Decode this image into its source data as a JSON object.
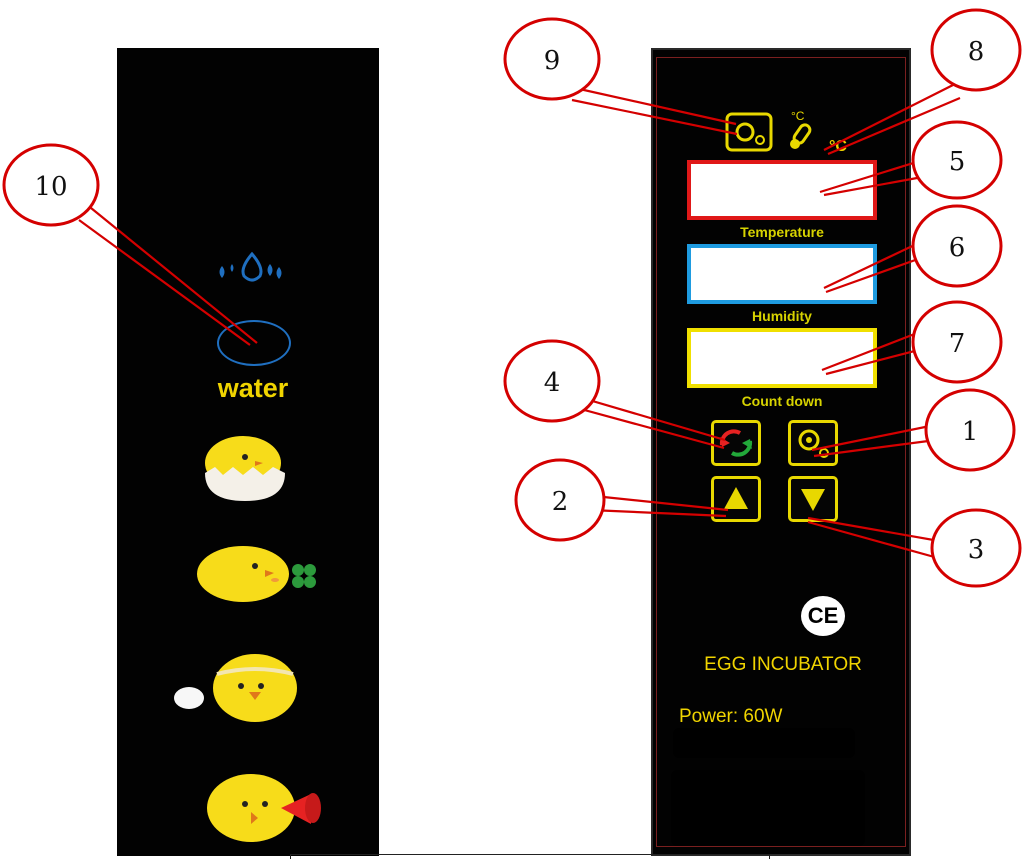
{
  "left_panel": {
    "water_label": "water",
    "water_drop_icon": "water-drops-icon",
    "water_button_icon": "ring-button-icon",
    "chick_icons": [
      "chick-hatching-icon",
      "chick-clover-icon",
      "chick-egg-icon",
      "chick-horn-icon"
    ]
  },
  "right_panel": {
    "top_icons": [
      "settings-gear-icon",
      "thermometer-icon"
    ],
    "temp_unit": "°C",
    "temp_symbol": "℃",
    "displays": {
      "temperature": "Temperature",
      "humidity": "Humidity",
      "countdown": "Count down"
    },
    "buttons": [
      "reset-arrows-icon",
      "settings-gear-icon",
      "up-arrow-icon",
      "down-arrow-icon"
    ],
    "ce_mark": "CE",
    "product_name": "EGG INCUBATOR",
    "power": "Power: 60W"
  },
  "callouts": {
    "labels": [
      "1",
      "2",
      "3",
      "4",
      "5",
      "6",
      "7",
      "8",
      "9",
      "10"
    ]
  },
  "colors": {
    "panel_background": "#020202",
    "accent_yellow": "#e8d800",
    "callout_red": "#d40000",
    "temperature_display_border": "#e01818",
    "humidity_display_border": "#1e9be0",
    "countdown_display_border": "#f0e000",
    "water_blue": "#1f6fc0"
  }
}
